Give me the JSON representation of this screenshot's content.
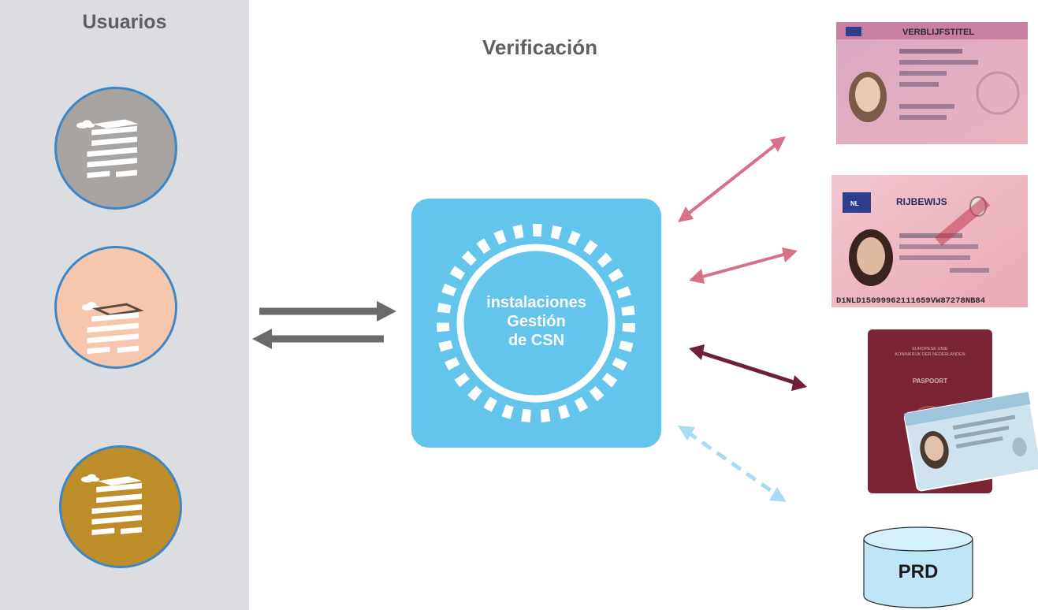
{
  "sidebar": {
    "title": "Usuarios"
  },
  "users": [
    {
      "icon": "building-icon",
      "color": "#a8a4a2"
    },
    {
      "icon": "building-icon",
      "color": "#f6c7ad"
    },
    {
      "icon": "building-icon",
      "color": "#bd8d2a"
    }
  ],
  "verification": {
    "title": "Verificación"
  },
  "hub": {
    "label": "instalaciones\nGestión\nde CSN",
    "color": "#63c4ec"
  },
  "sources": {
    "residence_permit": {
      "header": "VERBLIJFSTITEL"
    },
    "driving_licence": {
      "header": "RIJBEWIJS",
      "country": "NL",
      "mrz": "D1NLD15099962111659VW87278NB84"
    },
    "passport": {
      "cover_title": "PASPOORT",
      "cover_top": "EUROPESE UNIE\nKONINKRIJK DER NEDERLANDEN"
    },
    "database": {
      "label": "PRD"
    }
  },
  "colors": {
    "flow_arrows": "#6b6b6b",
    "permit_link": "#d9708a",
    "licence_link": "#d9708a",
    "passport_link": "#6e2038",
    "database_link": "#a8dcf4"
  }
}
